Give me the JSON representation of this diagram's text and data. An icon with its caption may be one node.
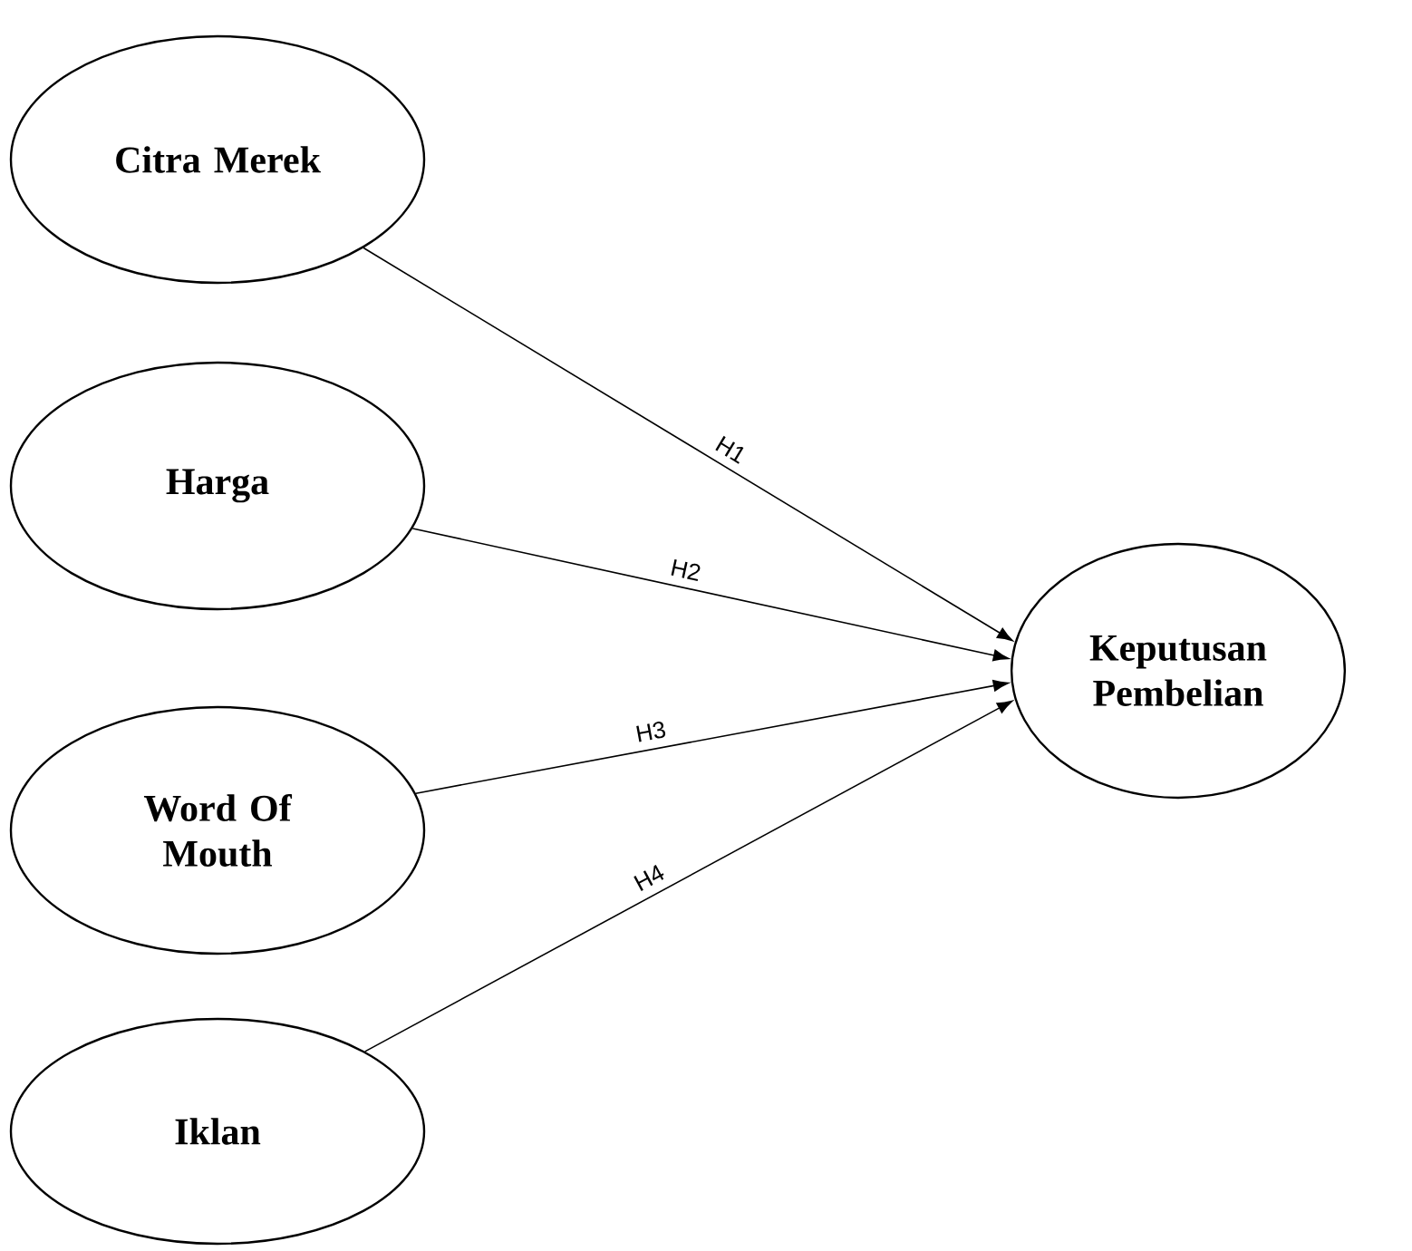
{
  "diagram": {
    "nodes": [
      {
        "text": [
          "Citra Merek"
        ]
      },
      {
        "text": [
          "Harga"
        ]
      },
      {
        "text": [
          "Word Of Mouth"
        ]
      },
      {
        "text": [
          "Iklan"
        ]
      },
      {
        "text": [
          "Keputusan Pembelian"
        ]
      }
    ],
    "edges": [
      {
        "from": 0,
        "to": 4,
        "arrow": "to",
        "label": "H1"
      },
      {
        "from": 1,
        "to": 4,
        "arrow": "to",
        "label": "H2"
      },
      {
        "from": 2,
        "to": 4,
        "arrow": "to",
        "label": "H3"
      },
      {
        "from": 3,
        "to": 4,
        "arrow": "to",
        "label": "H4"
      }
    ]
  }
}
